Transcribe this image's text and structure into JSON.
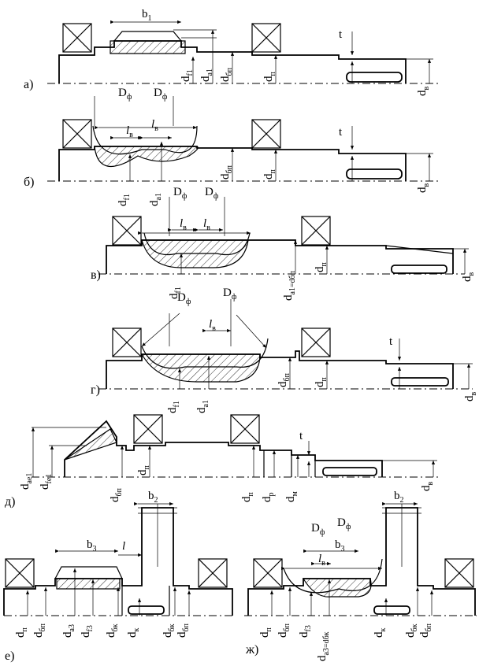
{
  "panels": [
    {
      "id": "a",
      "label": "а)",
      "dims": {
        "b1": "b",
        "b1_sub": "1",
        "t": "t",
        "df1": "d",
        "df1_sub": "f1",
        "da1": "d",
        "da1_sub": "a1",
        "dbp": "d",
        "dbp_sub": "бп",
        "dp": "d",
        "dp_sub": "п",
        "dv": "d",
        "dv_sub": "в"
      }
    },
    {
      "id": "b",
      "label": "б)",
      "dims": {
        "Df1": "D",
        "Df1_sub": "ф",
        "Df2": "D",
        "Df2_sub": "ф",
        "lv1": "l",
        "lv1_sub": "в",
        "lv2": "l",
        "lv2_sub": "в",
        "t": "t",
        "df1": "d",
        "df1_sub": "f1",
        "da1": "d",
        "da1_sub": "a1",
        "dbp": "d",
        "dbp_sub": "бп",
        "dp": "d",
        "dp_sub": "п",
        "dv": "d",
        "dv_sub": "в"
      }
    },
    {
      "id": "v",
      "label": "в)",
      "dims": {
        "Df1": "D",
        "Df1_sub": "ф",
        "Df2": "D",
        "Df2_sub": "ф",
        "lv1": "l",
        "lv1_sub": "в",
        "lv2": "l",
        "lv2_sub": "в",
        "df1": "d",
        "df1_sub": "f1",
        "da1": "d",
        "da1_sub": "a1=dбп",
        "dp": "d",
        "dp_sub": "п",
        "dv": "d",
        "dv_sub": "в"
      }
    },
    {
      "id": "g",
      "label": "г)",
      "dims": {
        "Df1": "D",
        "Df1_sub": "ф",
        "Df2": "D",
        "Df2_sub": "ф",
        "lv": "l",
        "lv_sub": "в",
        "t": "t",
        "df1": "d",
        "df1_sub": "f1",
        "da1": "d",
        "da1_sub": "a1",
        "dbp": "d",
        "dbp_sub": "бп",
        "dp": "d",
        "dp_sub": "п",
        "dv": "d",
        "dv_sub": "в"
      }
    },
    {
      "id": "d",
      "label": "д)",
      "dims": {
        "dae1": "d",
        "dae1_sub": "ae1",
        "dfe1": "d",
        "dfe1_sub": "fe1",
        "dbp": "d",
        "dbp_sub": "бп",
        "dp1": "d",
        "dp1_sub": "п",
        "dp2": "d",
        "dp2_sub": "п",
        "dr": "d",
        "dr_sub": "р",
        "dm": "d",
        "dm_sub": "м",
        "dv": "d",
        "dv_sub": "в",
        "t": "t"
      }
    },
    {
      "id": "e",
      "label": "е)",
      "dims": {
        "b2": "b",
        "b2_sub": "2",
        "b3": "b",
        "b3_sub": "3",
        "l": "l",
        "dp": "d",
        "dp_sub": "п",
        "dbp1": "d",
        "dbp1_sub": "бп",
        "da3": "d",
        "da3_sub": "a3",
        "df3": "d",
        "df3_sub": "f3",
        "dbk1": "d",
        "dbk1_sub": "бк",
        "dk": "d",
        "dk_sub": "к",
        "dbk2": "d",
        "dbk2_sub": "бк",
        "dbp2": "d",
        "dbp2_sub": "бп"
      }
    },
    {
      "id": "zh",
      "label": "ж)",
      "dims": {
        "b2": "b",
        "b2_sub": "2",
        "b3": "b",
        "b3_sub": "3",
        "Df1": "D",
        "Df1_sub": "ф",
        "Df2": "D",
        "Df2_sub": "ф",
        "lv": "l",
        "lv_sub": "в",
        "dp": "d",
        "dp_sub": "п",
        "dbp1": "d",
        "dbp1_sub": "бп",
        "df3": "d",
        "df3_sub": "f3",
        "da3": "d",
        "da3_sub": "a3=dбк",
        "dk": "d",
        "dk_sub": "к",
        "dbk": "d",
        "dbk_sub": "бк",
        "dbp2": "d",
        "dbp2_sub": "бп"
      }
    }
  ]
}
